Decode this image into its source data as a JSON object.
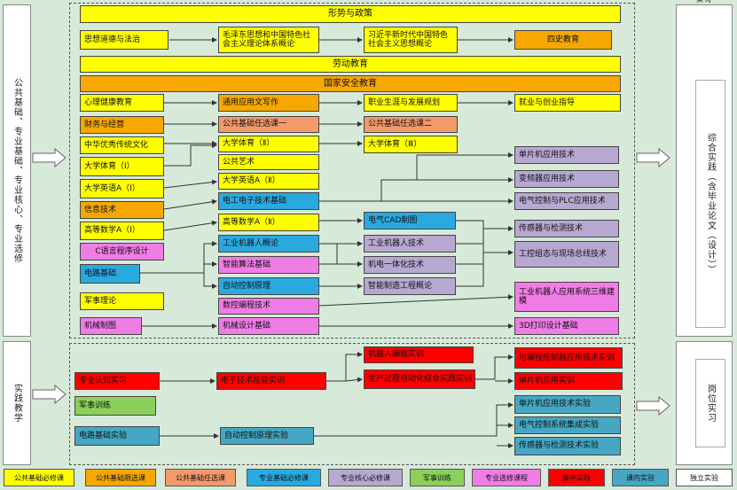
{
  "left_col_1": "公共基础、专业基础、专业核心、专业选修",
  "left_col_2": "实践教学",
  "right_col_1": "综合实践（含毕业论文（设计））",
  "right_col_2": "岗位实习",
  "right_top_label": "实习",
  "courses": {
    "xingshi": "形势与政策",
    "sixiang": "思想道德与法治",
    "mao": "毛泽东思想和中国特色社会主义理论体系概论",
    "xi": "习近平新时代中国特色社会主义思想概论",
    "sishi": "四史教育",
    "laodong": "劳动教育",
    "anquan": "国家安全教育",
    "xinli": "心理健康教育",
    "yingyong": "通用应用文写作",
    "zhiye": "职业生涯与发展规划",
    "jiuye": "就业与创业指导",
    "caiwu": "财务与经营",
    "xuan1": "公共基础任选课一",
    "xuan2": "公共基础任选课二",
    "zhonghua": "中华优秀传统文化",
    "tiyu2": "大学体育（Ⅱ）",
    "tiyu3": "大学体育（Ⅲ）",
    "tiyu1": "大学体育（Ⅰ）",
    "yishu": "公共艺术",
    "danpian1": "单片机应用技术",
    "yingyu1": "大学英语A（Ⅰ）",
    "yingyu2": "大学英语A（Ⅱ）",
    "bianpin": "变频器应用技术",
    "xinxi": "信息技术",
    "diangong": "电工电子技术基础",
    "plc": "电气控制与PLC应用技术",
    "shuxue1": "高等数学A（Ⅰ）",
    "shuxue2": "高等数学A（Ⅱ）",
    "cad": "电气CAD制图",
    "chuanganqi1": "传感器与检测技术",
    "cyuyan": "C语言程序设计",
    "robotintro": "工业机器人概论",
    "robottech": "工业机器人技术",
    "zutai": "工控组态与现场总线技术",
    "dianlu": "电路基础",
    "suanfa": "智能算法基础",
    "jidian": "机电一体化技术",
    "zidong": "自动控制原理",
    "zhizao": "智能制造工程概论",
    "robot3d": "工业机器人应用系统三维建模",
    "junshi": "军事理论",
    "shukong": "数控编程技术",
    "jixiezhitu": "机械制图",
    "jixiesheji": "机械设计基础",
    "print3d": "3D打印设计基础",
    "renzhi": "专业认知实习",
    "dianzi_shixun": "电子技术技能实训",
    "robot_prog": "机器人编程实训",
    "auto_line": "生产过程自动化综合实践实训",
    "plc_shixun": "可编程控制器应用技术实训",
    "danpian_shixun": "单片机应用实训",
    "junxun": "军事训练",
    "danpian_exp": "单片机应用技术实验",
    "dianlu_exp": "电路基础实验",
    "zidong_exp": "自动控制原理实验",
    "plc_exp": "电气控制系统集成实验",
    "chuanganqi_exp": "传感器与检测技术实验"
  },
  "legend": [
    {
      "label": "公共基础必修课",
      "color": "#ffff00"
    },
    {
      "label": "公共基础限选课",
      "color": "#f6a800"
    },
    {
      "label": "公共基础任选课",
      "color": "#f39a6b"
    },
    {
      "label": "专业基础必修课",
      "color": "#2aa9df"
    },
    {
      "label": "专业核心必修课",
      "color": "#b7a8d1"
    },
    {
      "label": "军事训练",
      "color": "#8bd05a"
    },
    {
      "label": "专业选修课程",
      "color": "#f07ce6"
    },
    {
      "label": "集中实践",
      "color": "#ff0000"
    },
    {
      "label": "课内实验",
      "color": "#45a7c3"
    },
    {
      "label": "独立实验",
      "color": "#ffffff"
    }
  ]
}
